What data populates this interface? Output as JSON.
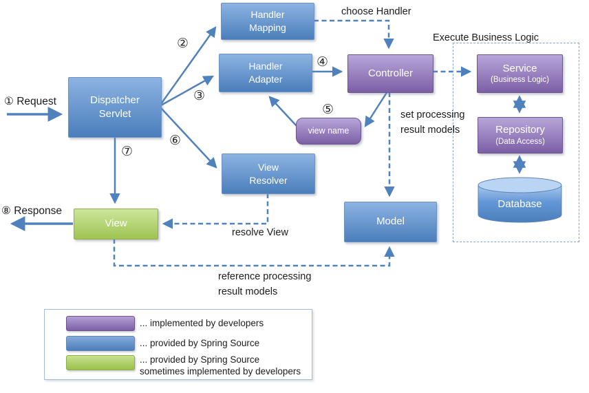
{
  "colors": {
    "blue": "#4f81bd",
    "purple": "#8064a2",
    "green": "#9bbb59",
    "arrow": "#4f81bd",
    "dashed_border": "#7fa4d4"
  },
  "flow": {
    "request_label": "① Request",
    "response_label": "⑧ Response",
    "choose_handler": "choose Handler",
    "execute_business_logic": "Execute Business Logic",
    "set_processing": "set processing\nresult models",
    "resolve_view": "resolve View",
    "reference_processing": "reference processing\nresult models"
  },
  "steps": {
    "s2": "②",
    "s3": "③",
    "s4": "④",
    "s5": "⑤",
    "s6": "⑥",
    "s7": "⑦"
  },
  "nodes": {
    "dispatcher_servlet": "Dispatcher\nServlet",
    "handler_mapping": "Handler\nMapping",
    "handler_adapter": "Handler\nAdapter",
    "view_resolver": "View\nResolver",
    "controller": "Controller",
    "view_name": "view name",
    "model": "Model",
    "view": "View",
    "service_title": "Service",
    "service_subtitle": "(Business Logic)",
    "repository_title": "Repository",
    "repository_subtitle": "(Data Access)",
    "database": "Database"
  },
  "legend": {
    "items": [
      {
        "text": "... implemented by developers"
      },
      {
        "text": "... provided by Spring Source"
      },
      {
        "text": "... provided by Spring Source\nsometimes implemented by developers"
      }
    ]
  }
}
